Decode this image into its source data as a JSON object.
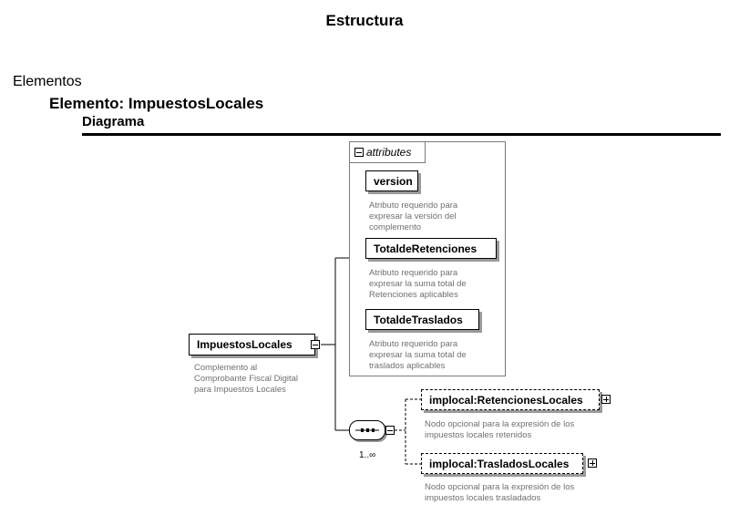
{
  "header": {
    "title": "Estructura",
    "section": "Elementos",
    "element_heading": "Elemento: ImpuestosLocales",
    "subheading": "Diagrama"
  },
  "diagram": {
    "root": {
      "label": "ImpuestosLocales",
      "description": [
        "Complemento al",
        "Comprobante Fiscal Digital",
        "para Impuestos Locales"
      ]
    },
    "attributes_group": {
      "label": "attributes",
      "items": [
        {
          "label": "version",
          "description": [
            "Atributo requerido para",
            "expresar la versión del",
            "complemento"
          ]
        },
        {
          "label": "TotaldeRetenciones",
          "description": [
            "Atributo requerido para",
            "expresar la suma total de",
            "Retenciones aplicables"
          ]
        },
        {
          "label": "TotaldeTraslados",
          "description": [
            "Atributo requerido para",
            "expresar la suma total de",
            "traslados aplicables"
          ]
        }
      ]
    },
    "sequence": {
      "multiplicity": "1..∞"
    },
    "children": [
      {
        "label": "implocal:RetencionesLocales",
        "description": [
          "Nodo opcional para la expresión de los",
          "impuestos locales retenidos"
        ]
      },
      {
        "label": "implocal:TrasladosLocales",
        "description": [
          "Nodo opcional para la expresión de los",
          "impuestos locales trasladados"
        ]
      }
    ]
  }
}
